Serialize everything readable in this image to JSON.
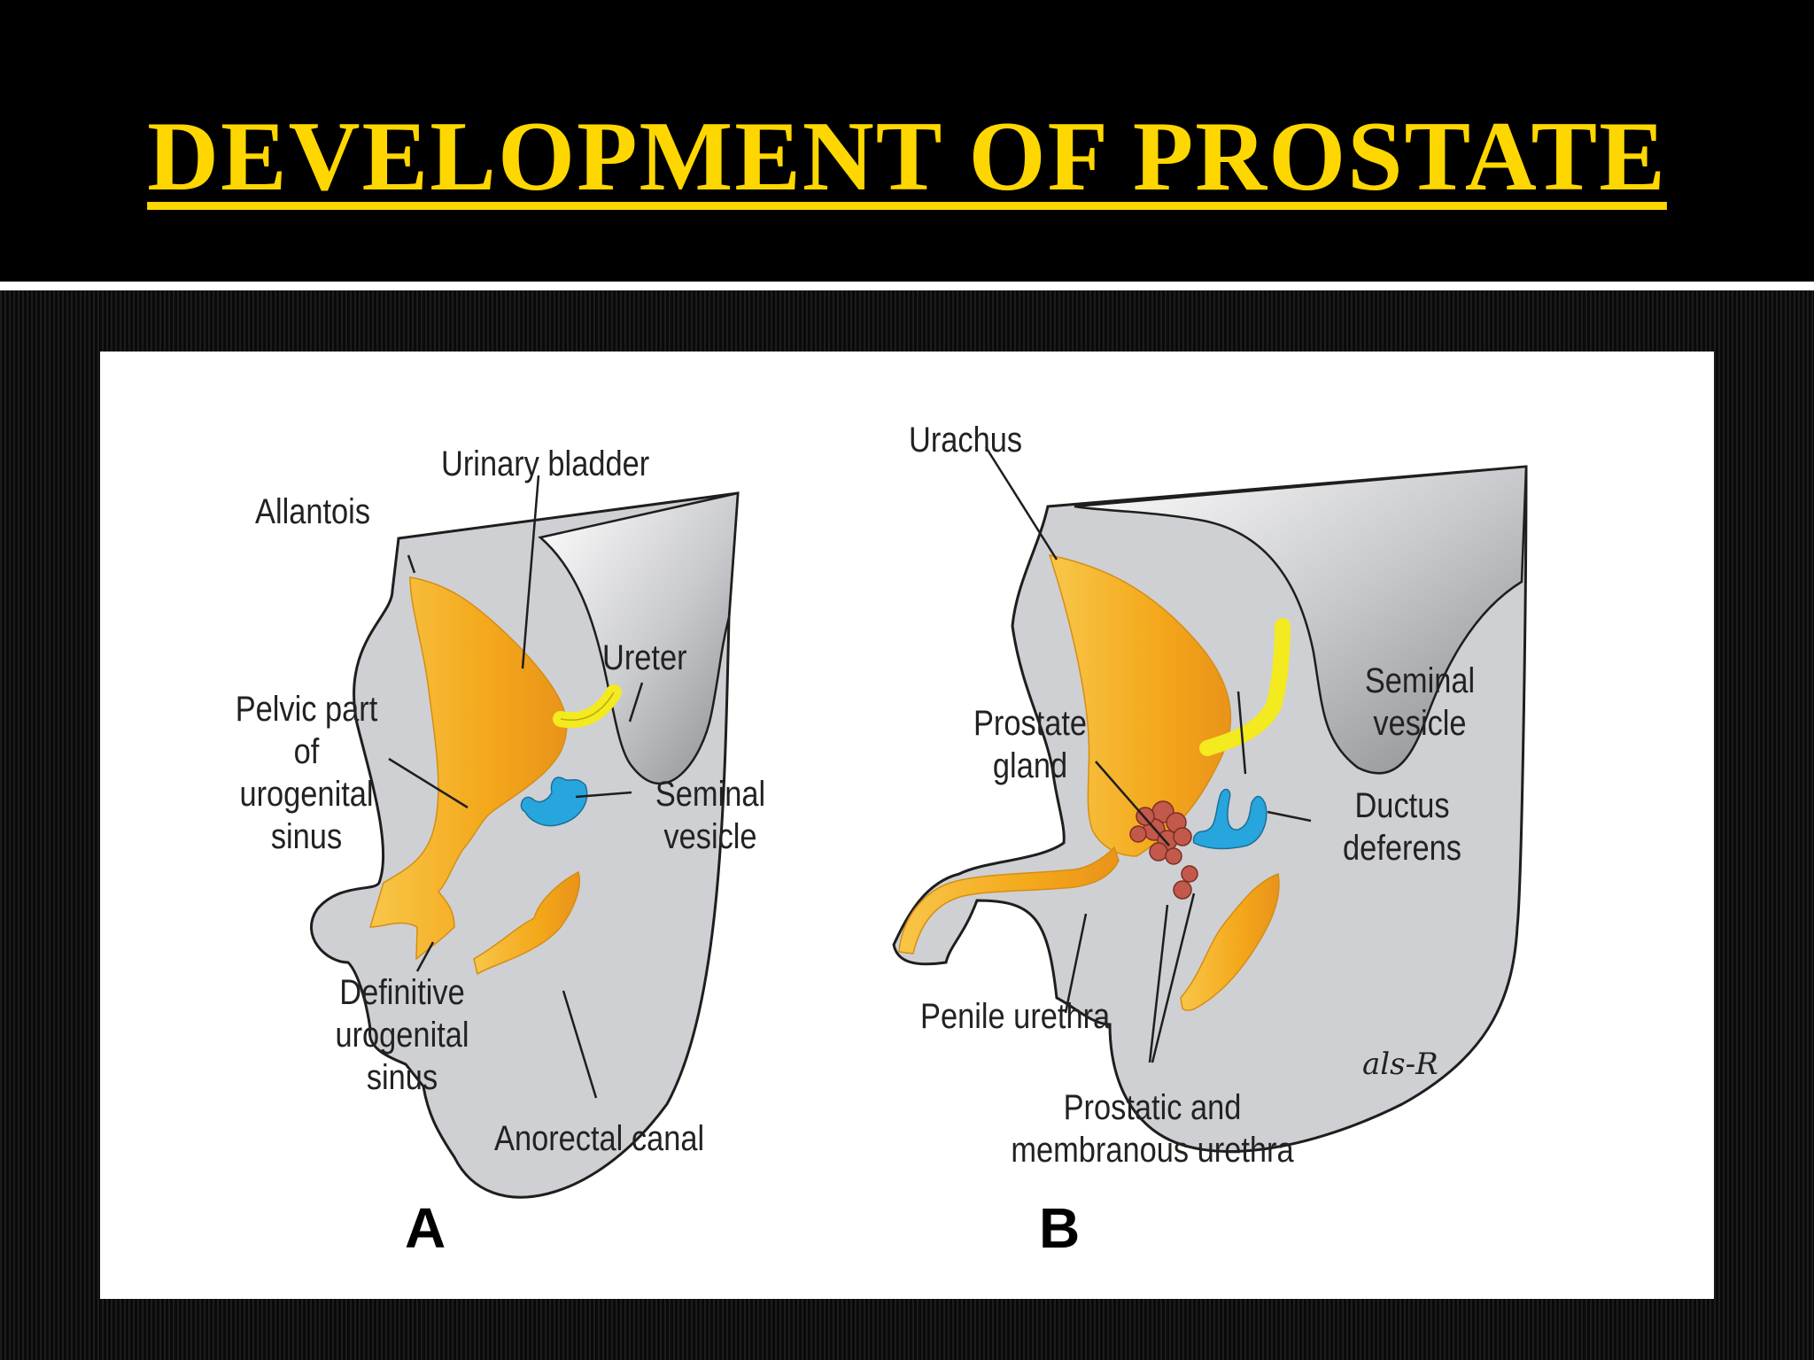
{
  "slide": {
    "title": "DEVELOPMENT OF PROSTATE"
  },
  "figure_a": {
    "letter": "A",
    "labels": {
      "urinary_bladder": "Urinary bladder",
      "allantois": "Allantois",
      "ureter": "Ureter",
      "pelvic_part": "Pelvic part of\nurogenital\nsinus",
      "seminal_vesicle": "Seminal\nvesicle",
      "definitive_sinus": "Definitive\nurogenital\nsinus",
      "anorectal_canal": "Anorectal canal"
    }
  },
  "figure_b": {
    "letter": "B",
    "labels": {
      "urachus": "Urachus",
      "seminal_vesicle": "Seminal\nvesicle",
      "prostate_gland": "Prostate\ngland",
      "ductus_deferens": "Ductus\ndeferens",
      "penile_urethra": "Penile urethra",
      "prostatic_membranous": "Prostatic and\nmembranous urethra"
    },
    "signature": "als-R"
  },
  "colors": {
    "title": "#ffd700",
    "tissue": "#cfd0d3",
    "endoderm": "#f6b21f",
    "ureter": "#f3ea1f",
    "vesicle": "#27a6de",
    "prostate": "#c2594a"
  }
}
